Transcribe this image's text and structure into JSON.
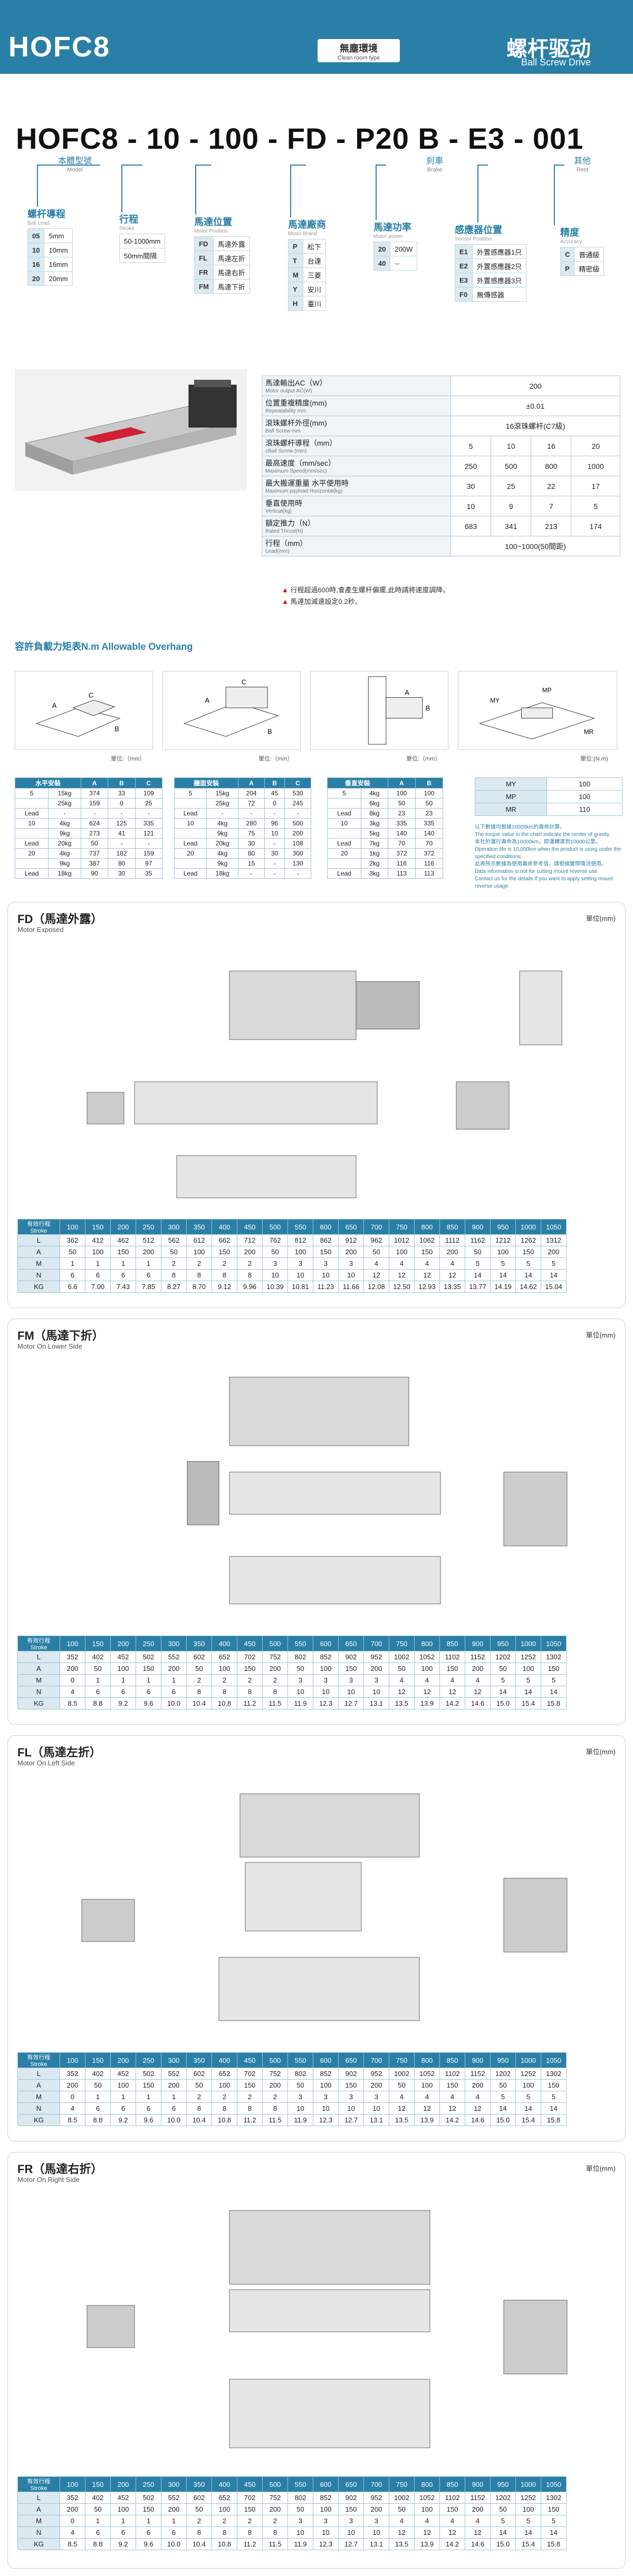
{
  "header": {
    "product": "HOFC8",
    "clean_cn": "無塵環境",
    "clean_en": "Clean room type",
    "title_cn": "螺杆驱动",
    "title_en": "Ball Screw Drive"
  },
  "model_code": {
    "code": "HOFC8 - 10 - 100 - FD - P20 B - E3 - 001",
    "model_cn": "本體型號",
    "model_en": "Model",
    "brake_cn": "刹車",
    "brake_en": "Brake",
    "rest_cn": "其他",
    "rest_en": "Rest"
  },
  "lead_box": {
    "title": "螺杆導程",
    "sub": "Ball Lead",
    "rows": [
      [
        "05",
        "5mm"
      ],
      [
        "10",
        "10mm"
      ],
      [
        "16",
        "16mm"
      ],
      [
        "20",
        "20mm"
      ]
    ]
  },
  "stroke_box": {
    "title": "行程",
    "sub": "Stroke",
    "rows": [
      [
        "50-1000mm"
      ],
      [
        "50mm間隔"
      ]
    ]
  },
  "motor_pos_box": {
    "title": "馬達位置",
    "sub": "Motor Position",
    "rows": [
      [
        "FD",
        "馬達外露"
      ],
      [
        "FL",
        "馬達左折"
      ],
      [
        "FR",
        "馬達右折"
      ],
      [
        "FM",
        "馬達下折"
      ]
    ]
  },
  "brand_box": {
    "title": "馬達廠商",
    "sub": "Motor Brand",
    "rows": [
      [
        "P",
        "松下"
      ],
      [
        "T",
        "台達"
      ],
      [
        "M",
        "三菱"
      ],
      [
        "Y",
        "安川"
      ],
      [
        "H",
        "臺川"
      ]
    ]
  },
  "power_box": {
    "title": "馬達功率",
    "sub": "Motor power",
    "rows": [
      [
        "20",
        "200W"
      ],
      [
        "40",
        "--"
      ]
    ]
  },
  "sensor_box": {
    "title": "感應器位置",
    "sub": "Sensor Position",
    "rows": [
      [
        "E1",
        "外置感應器1只"
      ],
      [
        "E2",
        "外置感應器2只"
      ],
      [
        "E3",
        "外置感應器3只"
      ],
      [
        "F0",
        "無傳感器"
      ]
    ]
  },
  "accuracy_box": {
    "title": "精度",
    "sub": "Accuracy",
    "rows": [
      [
        "C",
        "普通級"
      ],
      [
        "P",
        "精密級"
      ]
    ]
  },
  "spec": {
    "rows": [
      {
        "k": "馬達輸出AC（W）",
        "k_en": "Motor output  AC(W)",
        "v": [
          "200"
        ]
      },
      {
        "k": "位置重複精度(mm)",
        "k_en": "Repeatability mm",
        "v": [
          "±0.01"
        ]
      },
      {
        "k": "滾珠螺杆外徑(mm)",
        "k_en": "Ball Screw  mm",
        "v": [
          "16滾珠螺杆(C7級)"
        ]
      },
      {
        "k": "滾珠螺杆導程（mm）",
        "k_en": "cBall Screw    (mm)",
        "v": [
          "5",
          "10",
          "16",
          "20"
        ]
      },
      {
        "k": "最高速度（mm/sec）",
        "k_en": "Maximum Speed(mm/sec)",
        "v": [
          "250",
          "500",
          "800",
          "1000"
        ]
      },
      {
        "k": "最大搬運重量 水平使用時",
        "k_en": "Maximum payload  Horizontal(kg)",
        "v": [
          "30",
          "25",
          "22",
          "17"
        ]
      },
      {
        "k": "垂直使用時",
        "k_en": "Vertical(kg)",
        "v": [
          "10",
          "9",
          "7",
          "5"
        ]
      },
      {
        "k": "額定推力（N）",
        "k_en": "Rated Thrust(N)",
        "v": [
          "683",
          "341",
          "213",
          "174"
        ]
      },
      {
        "k": "行程（mm）",
        "k_en": "Lead(mm)",
        "v": [
          "100~1000(50間距)"
        ]
      }
    ],
    "notes": [
      "行程超過600時,會產生螺杆偏擺,此時請將速度調降。",
      "馬達加減速設定0.2秒。"
    ]
  },
  "overhang": {
    "title": "容許負載力矩表N.m Allowable Overhang",
    "unit_mm": "單位:（mm）",
    "unit_nm": "單位:(N.m)",
    "horizontal": {
      "head": [
        "水平安裝",
        "A",
        "B",
        "C"
      ],
      "rows": [
        [
          "5",
          "15kg",
          "374",
          "33",
          "109"
        ],
        [
          "",
          "25kg",
          "159",
          "0",
          "25"
        ],
        [
          "Lead",
          "-",
          "-",
          "-",
          "-"
        ],
        [
          "10",
          "4kg",
          "624",
          "125",
          "335"
        ],
        [
          "",
          "9kg",
          "273",
          "41",
          "121"
        ],
        [
          "Lead",
          "20kg",
          "50",
          "-",
          "-"
        ],
        [
          "20",
          "4kg",
          "737",
          "182",
          "159"
        ],
        [
          "",
          "9kg",
          "387",
          "80",
          "97"
        ],
        [
          "Lead",
          "18kg",
          "90",
          "30",
          "35"
        ]
      ]
    },
    "wall": {
      "head": [
        "牆面安裝",
        "A",
        "B",
        "C"
      ],
      "rows": [
        [
          "5",
          "15kg",
          "204",
          "45",
          "530"
        ],
        [
          "",
          "25kg",
          "72",
          "0",
          "245"
        ],
        [
          "Lead",
          "-",
          "-",
          "-",
          "-"
        ],
        [
          "10",
          "4kg",
          "280",
          "96",
          "500"
        ],
        [
          "",
          "9kg",
          "75",
          "10",
          "200"
        ],
        [
          "Lead",
          "20kg",
          "30",
          "-",
          "108"
        ],
        [
          "20",
          "4kg",
          "80",
          "30",
          "300"
        ],
        [
          "",
          "9kg",
          "15",
          "-",
          "130"
        ],
        [
          "Lead",
          "18kg",
          "-",
          "-",
          "-"
        ]
      ]
    },
    "vertical": {
      "head": [
        "垂直安裝",
        "A",
        "B"
      ],
      "rows": [
        [
          "5",
          "4kg",
          "100",
          "100"
        ],
        [
          "",
          "6kg",
          "50",
          "50"
        ],
        [
          "Lead",
          "8kg",
          "23",
          "23"
        ],
        [
          "10",
          "3kg",
          "335",
          "335"
        ],
        [
          "",
          "5kg",
          "140",
          "140"
        ],
        [
          "Lead",
          "7kg",
          "70",
          "70"
        ],
        [
          "20",
          "1kg",
          "372",
          "372"
        ],
        [
          "",
          "2kg",
          "116",
          "116"
        ],
        [
          "Lead",
          "3kg",
          "113",
          "113"
        ]
      ]
    },
    "moment": [
      [
        "MY",
        "100"
      ],
      [
        "MP",
        "100"
      ],
      [
        "MR",
        "110"
      ]
    ],
    "notes": [
      "以下數據均根據10000km的壽命計算。",
      "The torque value in the chart indicate the center of gravity.",
      "本社的運行壽命為10000km，即運轉達到10000公里。",
      "Operation life is 10,000km when the product is using under the specified conditions.",
      "此表所示數據為使用壽命參考值，請根據實際情況使用。",
      "Data information is not for cutting mount reverse use.",
      "Contact us for the details if you want to apply setting mount reverse usage."
    ]
  },
  "sections": [
    {
      "code": "FD",
      "title": "FD（馬達外露）",
      "sub": "Motor Exposed",
      "unit": "單位(mm)",
      "first_head": "有效行程 Stroke",
      "head": [
        "100",
        "150",
        "200",
        "250",
        "300",
        "350",
        "400",
        "450",
        "500",
        "550",
        "600",
        "650",
        "700",
        "750",
        "800",
        "850",
        "900",
        "950",
        "1000",
        "1050"
      ],
      "rows": [
        [
          "L",
          "362",
          "412",
          "462",
          "512",
          "562",
          "612",
          "662",
          "712",
          "762",
          "812",
          "862",
          "912",
          "962",
          "1012",
          "1062",
          "1112",
          "1162",
          "1212",
          "1262",
          "1312"
        ],
        [
          "A",
          "50",
          "100",
          "150",
          "200",
          "50",
          "100",
          "150",
          "200",
          "50",
          "100",
          "150",
          "200",
          "50",
          "100",
          "150",
          "200",
          "50",
          "100",
          "150",
          "200"
        ],
        [
          "M",
          "1",
          "1",
          "1",
          "1",
          "2",
          "2",
          "2",
          "2",
          "3",
          "3",
          "3",
          "3",
          "4",
          "4",
          "4",
          "4",
          "5",
          "5",
          "5",
          "5"
        ],
        [
          "N",
          "6",
          "6",
          "6",
          "6",
          "8",
          "8",
          "8",
          "8",
          "10",
          "10",
          "10",
          "10",
          "12",
          "12",
          "12",
          "12",
          "14",
          "14",
          "14",
          "14"
        ],
        [
          "KG",
          "6.6",
          "7.00",
          "7.43",
          "7.85",
          "8.27",
          "8.70",
          "9.12",
          "9.96",
          "10.39",
          "10.81",
          "11.23",
          "11.66",
          "12.08",
          "12.50",
          "12.93",
          "13.35",
          "13.77",
          "14.19",
          "14.62",
          "15.04"
        ]
      ]
    },
    {
      "code": "FM",
      "title": "FM（馬達下折）",
      "sub": "Motor On Lower Side",
      "unit": "單位(mm)",
      "first_head": "有效行程 Stroke",
      "head": [
        "100",
        "150",
        "200",
        "250",
        "300",
        "350",
        "400",
        "450",
        "500",
        "550",
        "600",
        "650",
        "700",
        "750",
        "800",
        "850",
        "900",
        "950",
        "1000",
        "1050"
      ],
      "rows": [
        [
          "L",
          "352",
          "402",
          "452",
          "502",
          "552",
          "602",
          "652",
          "702",
          "752",
          "802",
          "852",
          "902",
          "952",
          "1002",
          "1052",
          "1102",
          "1152",
          "1202",
          "1252",
          "1302"
        ],
        [
          "A",
          "200",
          "50",
          "100",
          "150",
          "200",
          "50",
          "100",
          "150",
          "200",
          "50",
          "100",
          "150",
          "200",
          "50",
          "100",
          "150",
          "200",
          "50",
          "100",
          "150"
        ],
        [
          "M",
          "0",
          "1",
          "1",
          "1",
          "1",
          "2",
          "2",
          "2",
          "2",
          "3",
          "3",
          "3",
          "3",
          "4",
          "4",
          "4",
          "4",
          "5",
          "5",
          "5"
        ],
        [
          "N",
          "4",
          "6",
          "6",
          "6",
          "6",
          "8",
          "8",
          "8",
          "8",
          "10",
          "10",
          "10",
          "10",
          "12",
          "12",
          "12",
          "12",
          "14",
          "14",
          "14"
        ],
        [
          "KG",
          "8.5",
          "8.8",
          "9.2",
          "9.6",
          "10.0",
          "10.4",
          "10.8",
          "11.2",
          "11.5",
          "11.9",
          "12.3",
          "12.7",
          "13.1",
          "13.5",
          "13.9",
          "14.2",
          "14.6",
          "15.0",
          "15.4",
          "15.8"
        ]
      ]
    },
    {
      "code": "FL",
      "title": "FL（馬達左折）",
      "sub": "Motor On Left Side",
      "unit": "單位(mm)",
      "first_head": "有效行程 Stroke",
      "head": [
        "100",
        "150",
        "200",
        "250",
        "300",
        "350",
        "400",
        "450",
        "500",
        "550",
        "600",
        "650",
        "700",
        "750",
        "800",
        "850",
        "900",
        "950",
        "1000",
        "1050"
      ],
      "rows": [
        [
          "L",
          "352",
          "402",
          "452",
          "502",
          "552",
          "602",
          "652",
          "702",
          "752",
          "802",
          "852",
          "902",
          "952",
          "1002",
          "1052",
          "1102",
          "1152",
          "1202",
          "1252",
          "1302"
        ],
        [
          "A",
          "200",
          "50",
          "100",
          "150",
          "200",
          "50",
          "100",
          "150",
          "200",
          "50",
          "100",
          "150",
          "200",
          "50",
          "100",
          "150",
          "200",
          "50",
          "100",
          "150"
        ],
        [
          "M",
          "0",
          "1",
          "1",
          "1",
          "1",
          "2",
          "2",
          "2",
          "2",
          "3",
          "3",
          "3",
          "3",
          "4",
          "4",
          "4",
          "4",
          "5",
          "5",
          "5"
        ],
        [
          "N",
          "4",
          "6",
          "6",
          "6",
          "6",
          "8",
          "8",
          "8",
          "8",
          "10",
          "10",
          "10",
          "10",
          "12",
          "12",
          "12",
          "12",
          "14",
          "14",
          "14"
        ],
        [
          "KG",
          "8.5",
          "8.8",
          "9.2",
          "9.6",
          "10.0",
          "10.4",
          "10.8",
          "11.2",
          "11.5",
          "11.9",
          "12.3",
          "12.7",
          "13.1",
          "13.5",
          "13.9",
          "14.2",
          "14.6",
          "15.0",
          "15.4",
          "15.8"
        ]
      ]
    },
    {
      "code": "FR",
      "title": "FR（馬達右折）",
      "sub": "Motor On Right Side",
      "unit": "單位(mm)",
      "first_head": "有效行程 Stroke",
      "head": [
        "100",
        "150",
        "200",
        "250",
        "300",
        "350",
        "400",
        "450",
        "500",
        "550",
        "600",
        "650",
        "700",
        "750",
        "800",
        "850",
        "900",
        "950",
        "1000",
        "1050"
      ],
      "rows": [
        [
          "L",
          "352",
          "402",
          "452",
          "502",
          "552",
          "602",
          "652",
          "702",
          "752",
          "802",
          "852",
          "902",
          "952",
          "1002",
          "1052",
          "1102",
          "1152",
          "1202",
          "1252",
          "1302"
        ],
        [
          "A",
          "200",
          "50",
          "100",
          "150",
          "200",
          "50",
          "100",
          "150",
          "200",
          "50",
          "100",
          "150",
          "200",
          "50",
          "100",
          "150",
          "200",
          "50",
          "100",
          "150"
        ],
        [
          "M",
          "0",
          "1",
          "1",
          "1",
          "1",
          "2",
          "2",
          "2",
          "2",
          "3",
          "3",
          "3",
          "3",
          "4",
          "4",
          "4",
          "4",
          "5",
          "5",
          "5"
        ],
        [
          "N",
          "4",
          "6",
          "6",
          "6",
          "6",
          "8",
          "8",
          "8",
          "8",
          "10",
          "10",
          "10",
          "10",
          "12",
          "12",
          "12",
          "12",
          "14",
          "14",
          "14"
        ],
        [
          "KG",
          "8.5",
          "8.8",
          "9.2",
          "9.6",
          "10.0",
          "10.4",
          "10.8",
          "11.2",
          "11.5",
          "11.9",
          "12.3",
          "12.7",
          "13.1",
          "13.5",
          "13.9",
          "14.2",
          "14.6",
          "15.0",
          "15.4",
          "15.8"
        ]
      ]
    }
  ],
  "colors": {
    "brand": "#2a7fa6",
    "header_row": "#2a7fa6",
    "key_cell": "#dbe9f1",
    "note_red": "#d0021b"
  }
}
